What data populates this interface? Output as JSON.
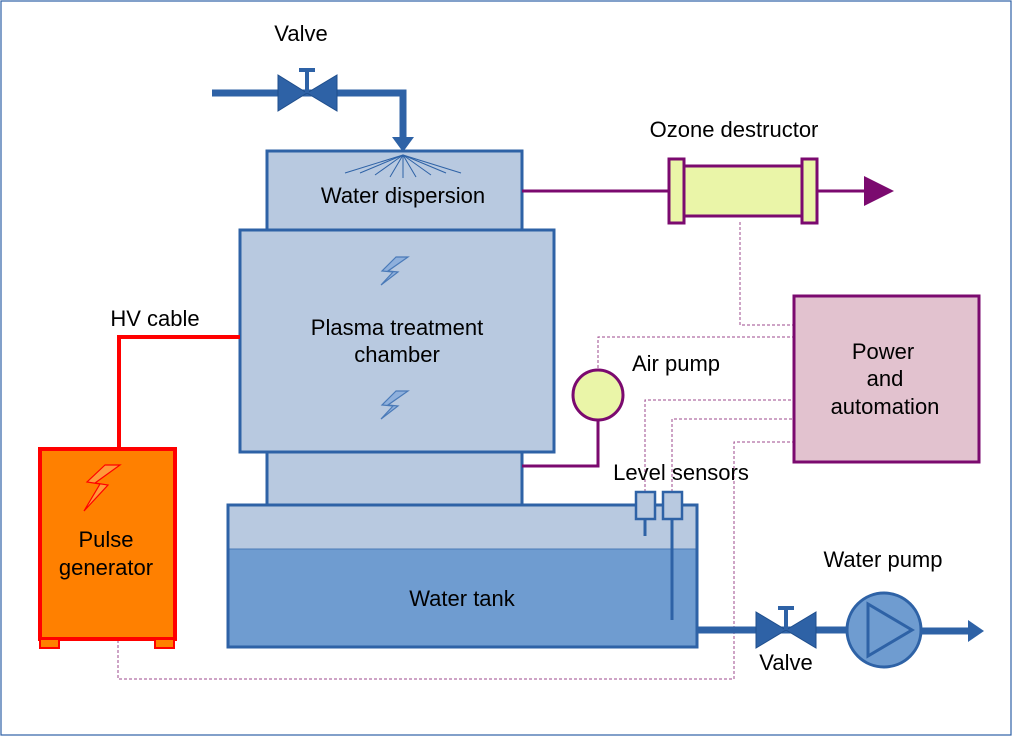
{
  "labels": {
    "valve_top": "Valve",
    "ozone_destructor": "Ozone destructor",
    "water_dispersion": "Water dispersion",
    "hv_cable": "HV cable",
    "plasma_line1": "Plasma treatment",
    "plasma_line2": "chamber",
    "air_pump": "Air pump",
    "power_line1": "Power",
    "power_line2": "and",
    "power_line3": "automation",
    "level_sensors": "Level sensors",
    "pulse_line1": "Pulse",
    "pulse_line2": "generator",
    "water_tank": "Water tank",
    "water_pump": "Water pump",
    "valve_bottom": "Valve"
  },
  "colors": {
    "pipe_blue": "#2e62a6",
    "chamber_fill": "#b8c9e0",
    "chamber_stroke": "#2e62a6",
    "water_fill": "#6f9cd0",
    "air_line": "#7b0a6f",
    "ozone_fill": "#eaf5a8",
    "power_fill": "#e2c2cf",
    "hv_red": "#ff0000",
    "pulse_fill": "#ff8000",
    "signal_dash": "#9e4a8e",
    "pump_fill": "#6f9cd0"
  },
  "icons": [
    "valve-icon",
    "lightning-icon",
    "pump-icon",
    "air-pump-icon",
    "level-sensor-icon"
  ]
}
